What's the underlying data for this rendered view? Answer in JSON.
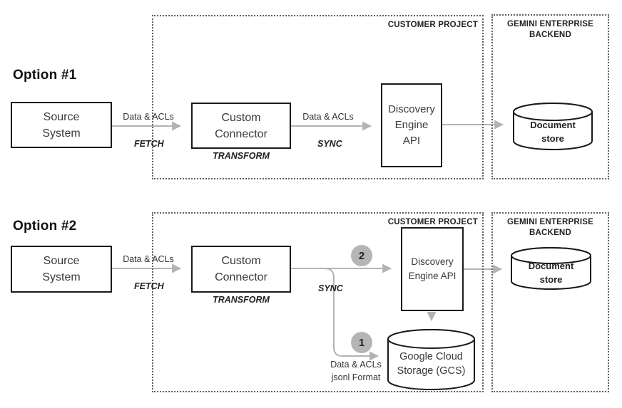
{
  "colors": {
    "arrow": "#b3b3b3",
    "node_border": "#1a1a1a",
    "dotted_border": "#5f5f5f",
    "badge_fill": "#b5b5b5",
    "text": "#333333"
  },
  "option1": {
    "title": "Option #1",
    "customer_project_label": "CUSTOMER PROJECT",
    "gemini_backend": {
      "line1": "GEMINI ENTERPRISE",
      "line2": "BACKEND"
    },
    "source_system": {
      "line1": "Source",
      "line2": "System"
    },
    "custom_connector": {
      "line1": "Custom",
      "line2": "Connector"
    },
    "discovery_engine": {
      "line1": "Discovery",
      "line2": "Engine",
      "line3": "API"
    },
    "document_store": {
      "line1": "Document",
      "line2": "store"
    },
    "fetch_edge": {
      "label": "Data & ACLs",
      "verb": "FETCH"
    },
    "transform_verb": "TRANSFORM",
    "sync_edge": {
      "label": "Data & ACLs",
      "verb": "SYNC"
    }
  },
  "option2": {
    "title": "Option #2",
    "customer_project_label": "CUSTOMER PROJECT",
    "gemini_backend": {
      "line1": "GEMINI ENTERPRISE",
      "line2": "BACKEND"
    },
    "source_system": {
      "line1": "Source",
      "line2": "System"
    },
    "custom_connector": {
      "line1": "Custom",
      "line2": "Connector"
    },
    "discovery_engine": {
      "line1": "Discovery",
      "line2": "Engine API"
    },
    "gcs": {
      "line1": "Google Cloud",
      "line2": "Storage (GCS)"
    },
    "document_store": {
      "line1": "Document",
      "line2": "store"
    },
    "fetch_edge": {
      "label": "Data & ACLs",
      "verb": "FETCH"
    },
    "transform_verb": "TRANSFORM",
    "sync_verb": "SYNC",
    "badge_api_path": "2",
    "badge_gcs_path": "1",
    "gcs_edge": {
      "line1": "Data & ACLs",
      "line2": "jsonl Format"
    }
  }
}
